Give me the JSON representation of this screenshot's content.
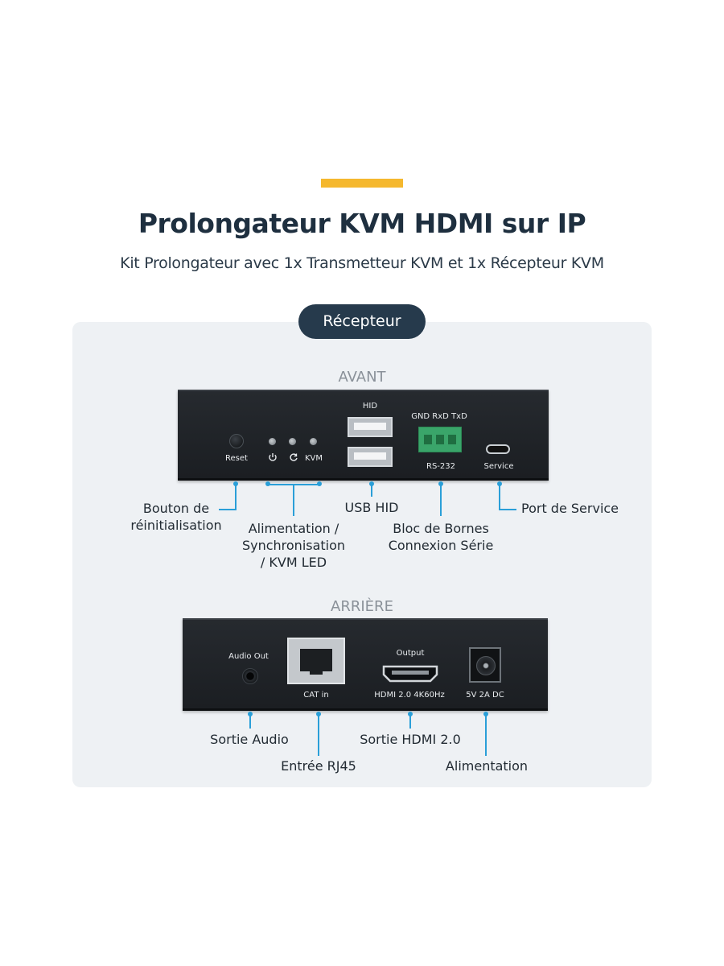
{
  "header": {
    "title": "Prolongateur KVM HDMI sur IP",
    "subtitle": "Kit Prolongateur avec 1x Transmetteur KVM et 1x Récepteur KVM",
    "badge": "Récepteur",
    "accent_color": "#f5b82e"
  },
  "front": {
    "section_label": "AVANT",
    "panel_labels": {
      "reset": "Reset",
      "kvm": "KVM",
      "hid": "HID",
      "terminal": "GND RxD TxD",
      "rs232": "RS-232",
      "service": "Service"
    },
    "callouts": {
      "reset": [
        "Bouton de",
        "réinitialisation"
      ],
      "leds": [
        "Alimentation /",
        "Synchronisation",
        "/ KVM LED"
      ],
      "usb": "USB HID",
      "serial": [
        "Bloc de Bornes",
        "Connexion Série"
      ],
      "service": "Port de Service"
    }
  },
  "rear": {
    "section_label": "ARRIÈRE",
    "panel_labels": {
      "audio": "Audio Out",
      "cat": "CAT in",
      "output": "Output",
      "hdmi": "HDMI 2.0 4K60Hz",
      "power": "5V 2A DC"
    },
    "callouts": {
      "audio": "Sortie Audio",
      "rj45": "Entrée RJ45",
      "hdmi": "Sortie HDMI 2.0",
      "power": "Alimentation"
    }
  },
  "colors": {
    "callout_line": "#2a9fd8",
    "terminal_block": "#3aa56a",
    "badge_bg": "#263a4c",
    "panel_bg": "#eef1f4"
  },
  "icons": [
    "power-icon",
    "sync-icon",
    "usb-port-icon",
    "rj45-port-icon",
    "hdmi-port-icon",
    "dc-jack-icon",
    "audio-jack-icon",
    "micro-usb-icon"
  ]
}
